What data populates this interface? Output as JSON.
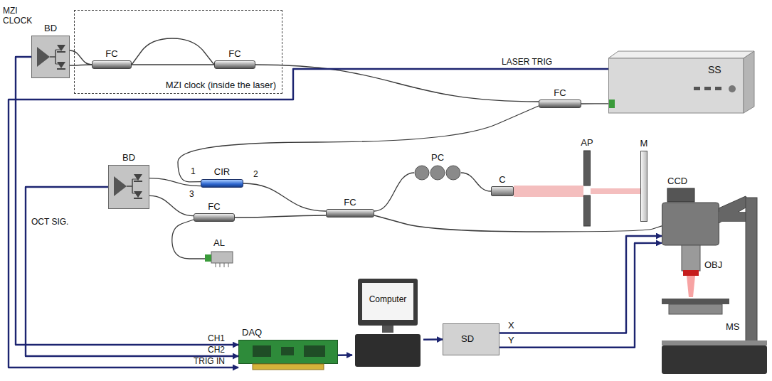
{
  "diagram": {
    "nodes": [
      {
        "text": [
          "MZI clock (inside the laser)"
        ]
      },
      {
        "text": [
          "BD"
        ]
      },
      {
        "text": [
          "FC"
        ],
        "in": 0
      },
      {
        "text": [
          "FC"
        ],
        "in": 0
      },
      {
        "text": [
          "SS"
        ]
      },
      {
        "text": [
          "FC"
        ]
      },
      {
        "text": [
          "CIR"
        ]
      },
      {
        "text": [
          "BD"
        ]
      },
      {
        "text": [
          "FC"
        ]
      },
      {
        "text": [
          "FC"
        ]
      },
      {
        "text": [
          "AL"
        ]
      },
      {
        "text": [
          "PC"
        ]
      },
      {
        "text": [
          "C"
        ]
      },
      {
        "text": [
          "AP"
        ]
      },
      {
        "text": [
          "M"
        ]
      },
      {
        "text": [
          "CCD",
          "OBJ",
          "MS"
        ]
      },
      {
        "text": [
          "DAQ"
        ]
      },
      {
        "text": [
          "Computer"
        ]
      },
      {
        "text": [
          "SD"
        ]
      }
    ],
    "edges": [
      {
        "from": 4,
        "to": 5,
        "arrow": "none"
      },
      {
        "from": 5,
        "to": 3,
        "arrow": "none"
      },
      {
        "from": 3,
        "to": 2,
        "arrow": "none"
      },
      {
        "from": 3,
        "to": 2,
        "arrow": "none"
      },
      {
        "from": 2,
        "to": 1,
        "arrow": "none"
      },
      {
        "from": 2,
        "to": 1,
        "arrow": "none"
      },
      {
        "from": 1,
        "to": 16,
        "arrow": "to"
      },
      {
        "from": 4,
        "to": 16,
        "arrow": "to"
      },
      {
        "from": 5,
        "to": 6,
        "arrow": "none"
      },
      {
        "from": 6,
        "to": 7,
        "arrow": "none"
      },
      {
        "from": 6,
        "to": 8,
        "arrow": "none"
      },
      {
        "from": 8,
        "to": 11,
        "arrow": "none"
      },
      {
        "from": 11,
        "to": 12,
        "arrow": "none"
      },
      {
        "from": 8,
        "to": 15,
        "arrow": "none"
      },
      {
        "from": 8,
        "to": 9,
        "arrow": "none"
      },
      {
        "from": 9,
        "to": 7,
        "arrow": "none"
      },
      {
        "from": 9,
        "to": 10,
        "arrow": "none"
      },
      {
        "from": 7,
        "to": 16,
        "arrow": "to"
      },
      {
        "from": 16,
        "to": 17,
        "arrow": "to"
      },
      {
        "from": 17,
        "to": 18,
        "arrow": "to"
      },
      {
        "from": 18,
        "to": 15,
        "arrow": "to",
        "label": "X"
      },
      {
        "from": 18,
        "to": 15,
        "arrow": "to",
        "label": "Y"
      }
    ],
    "labels": [
      "MZI CLOCK",
      "LASER TRIG",
      "1",
      "2",
      "3",
      "OCT SIG.",
      "CH1",
      "CH2",
      "TRIG IN"
    ]
  }
}
